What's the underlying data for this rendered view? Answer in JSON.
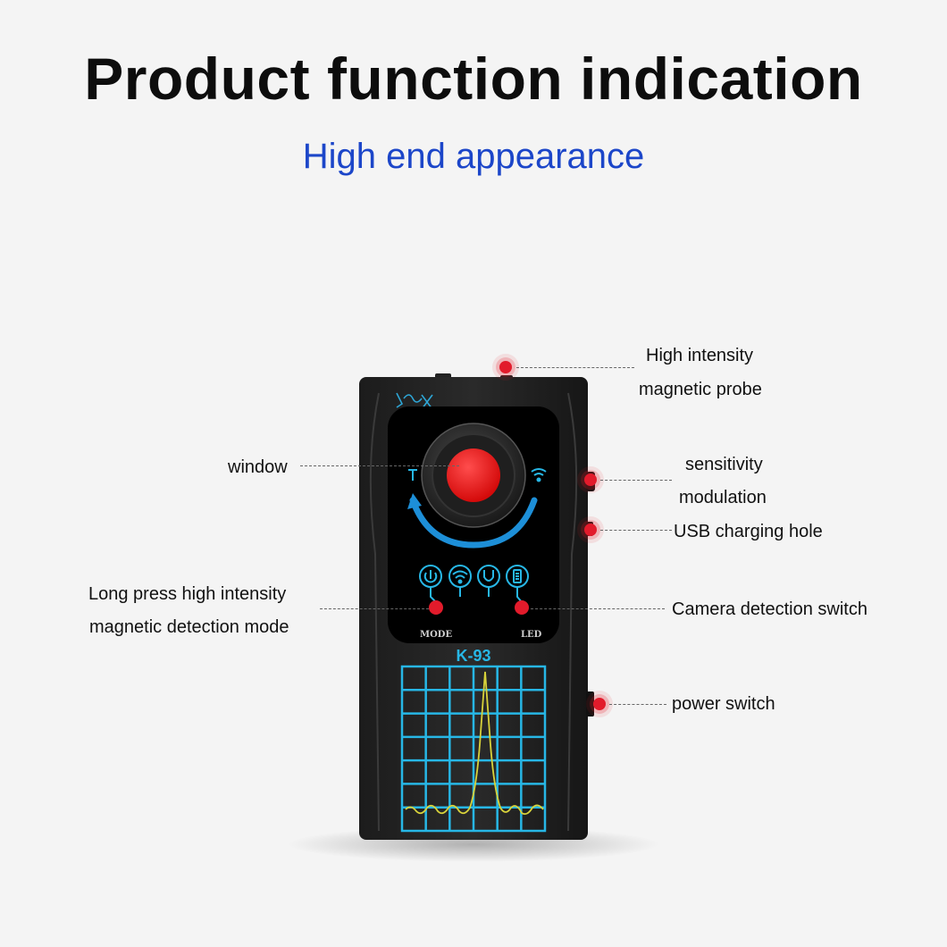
{
  "header": {
    "title": "Product function indication",
    "subtitle": "High end appearance"
  },
  "callouts": {
    "probe_line1": "High intensity",
    "probe_line2": "magnetic probe",
    "window": "window",
    "sensitivity_line1": "sensitivity",
    "sensitivity_line2": "modulation",
    "usb": "USB charging hole",
    "mode_line1": "Long press high intensity",
    "mode_line2": "magnetic detection mode",
    "camera": "Camera detection switch",
    "power": "power switch"
  },
  "device": {
    "model": "K-93",
    "logo": "DSX",
    "mode_label": "MODE",
    "led_label": "LED",
    "icons": [
      "power-icon",
      "wifi-icon",
      "magnet-icon",
      "battery-icon",
      "antenna-icon"
    ]
  },
  "colors": {
    "accent_blue": "#1c46c9",
    "marker_red": "#e21b2b",
    "screen_cyan": "#27b7e6",
    "signal_yellow": "#d8d23a"
  }
}
